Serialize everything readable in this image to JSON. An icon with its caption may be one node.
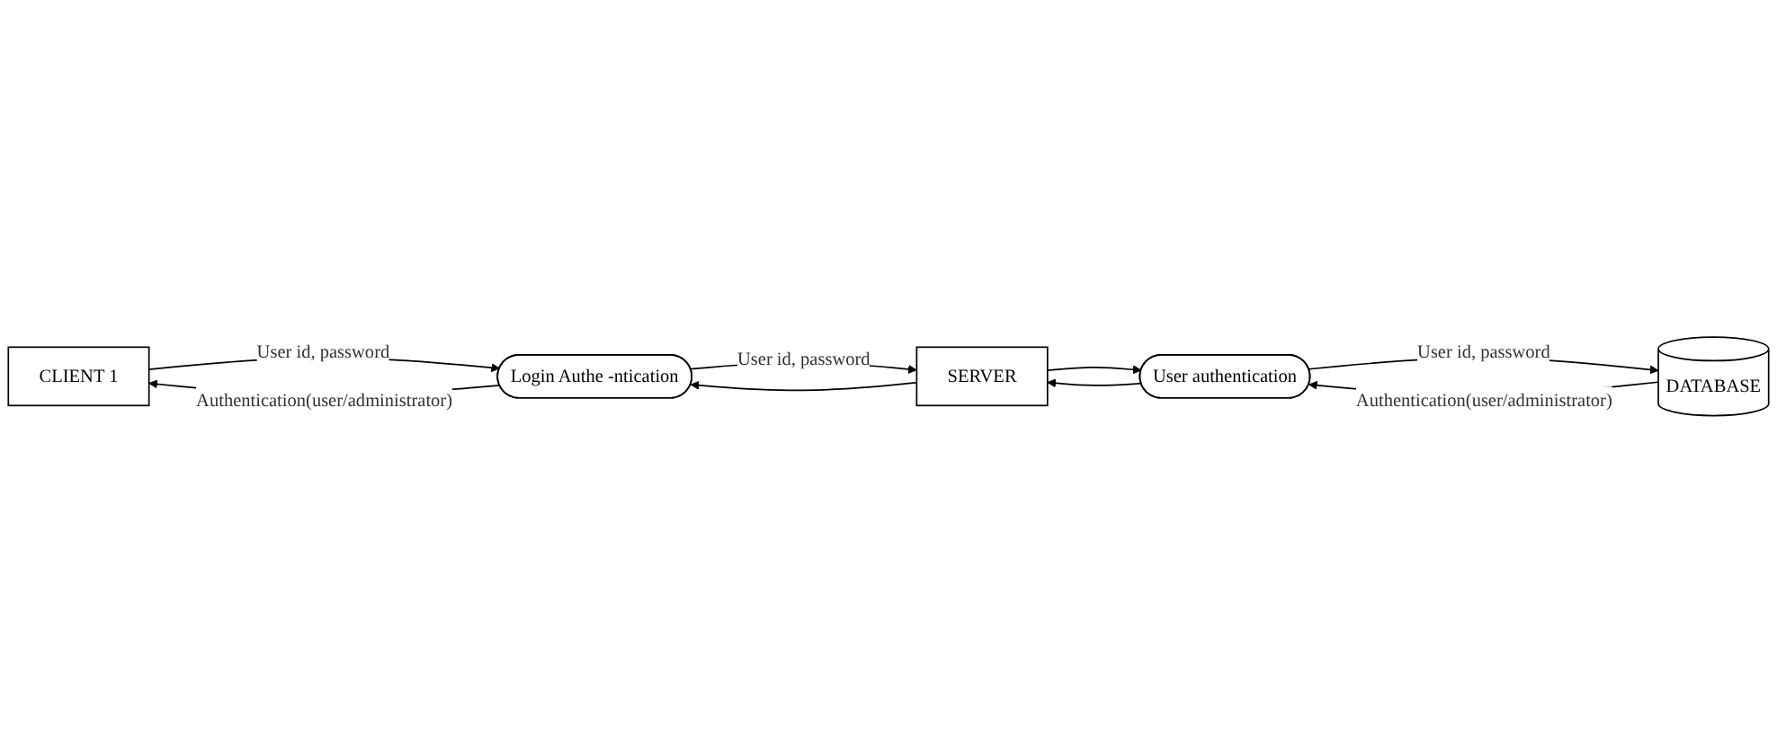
{
  "diagram": {
    "nodes": [
      {
        "text": [
          "CLIENT 1"
        ]
      },
      {
        "text": [
          "Login Authe -ntication"
        ]
      },
      {
        "text": [
          "SERVER"
        ]
      },
      {
        "text": [
          "DATABASE"
        ]
      },
      {
        "text": [
          "User authentication"
        ]
      }
    ],
    "edges": [
      {
        "from": 0,
        "to": 1,
        "arrow": "to",
        "label": "User id, password"
      },
      {
        "from": 1,
        "to": 0,
        "arrow": "to",
        "label": "Authentication(user/administrator)"
      },
      {
        "from": 1,
        "to": 2,
        "arrow": "to",
        "label": "User id, password"
      },
      {
        "from": 2,
        "to": 1,
        "arrow": "to"
      },
      {
        "from": 2,
        "to": 4,
        "arrow": "to"
      },
      {
        "from": 4,
        "to": 2,
        "arrow": "to"
      },
      {
        "from": 4,
        "to": 3,
        "arrow": "to",
        "label": "User id, password"
      },
      {
        "from": 3,
        "to": 4,
        "arrow": "to",
        "label": "Authentication(user/administrator)"
      }
    ]
  }
}
